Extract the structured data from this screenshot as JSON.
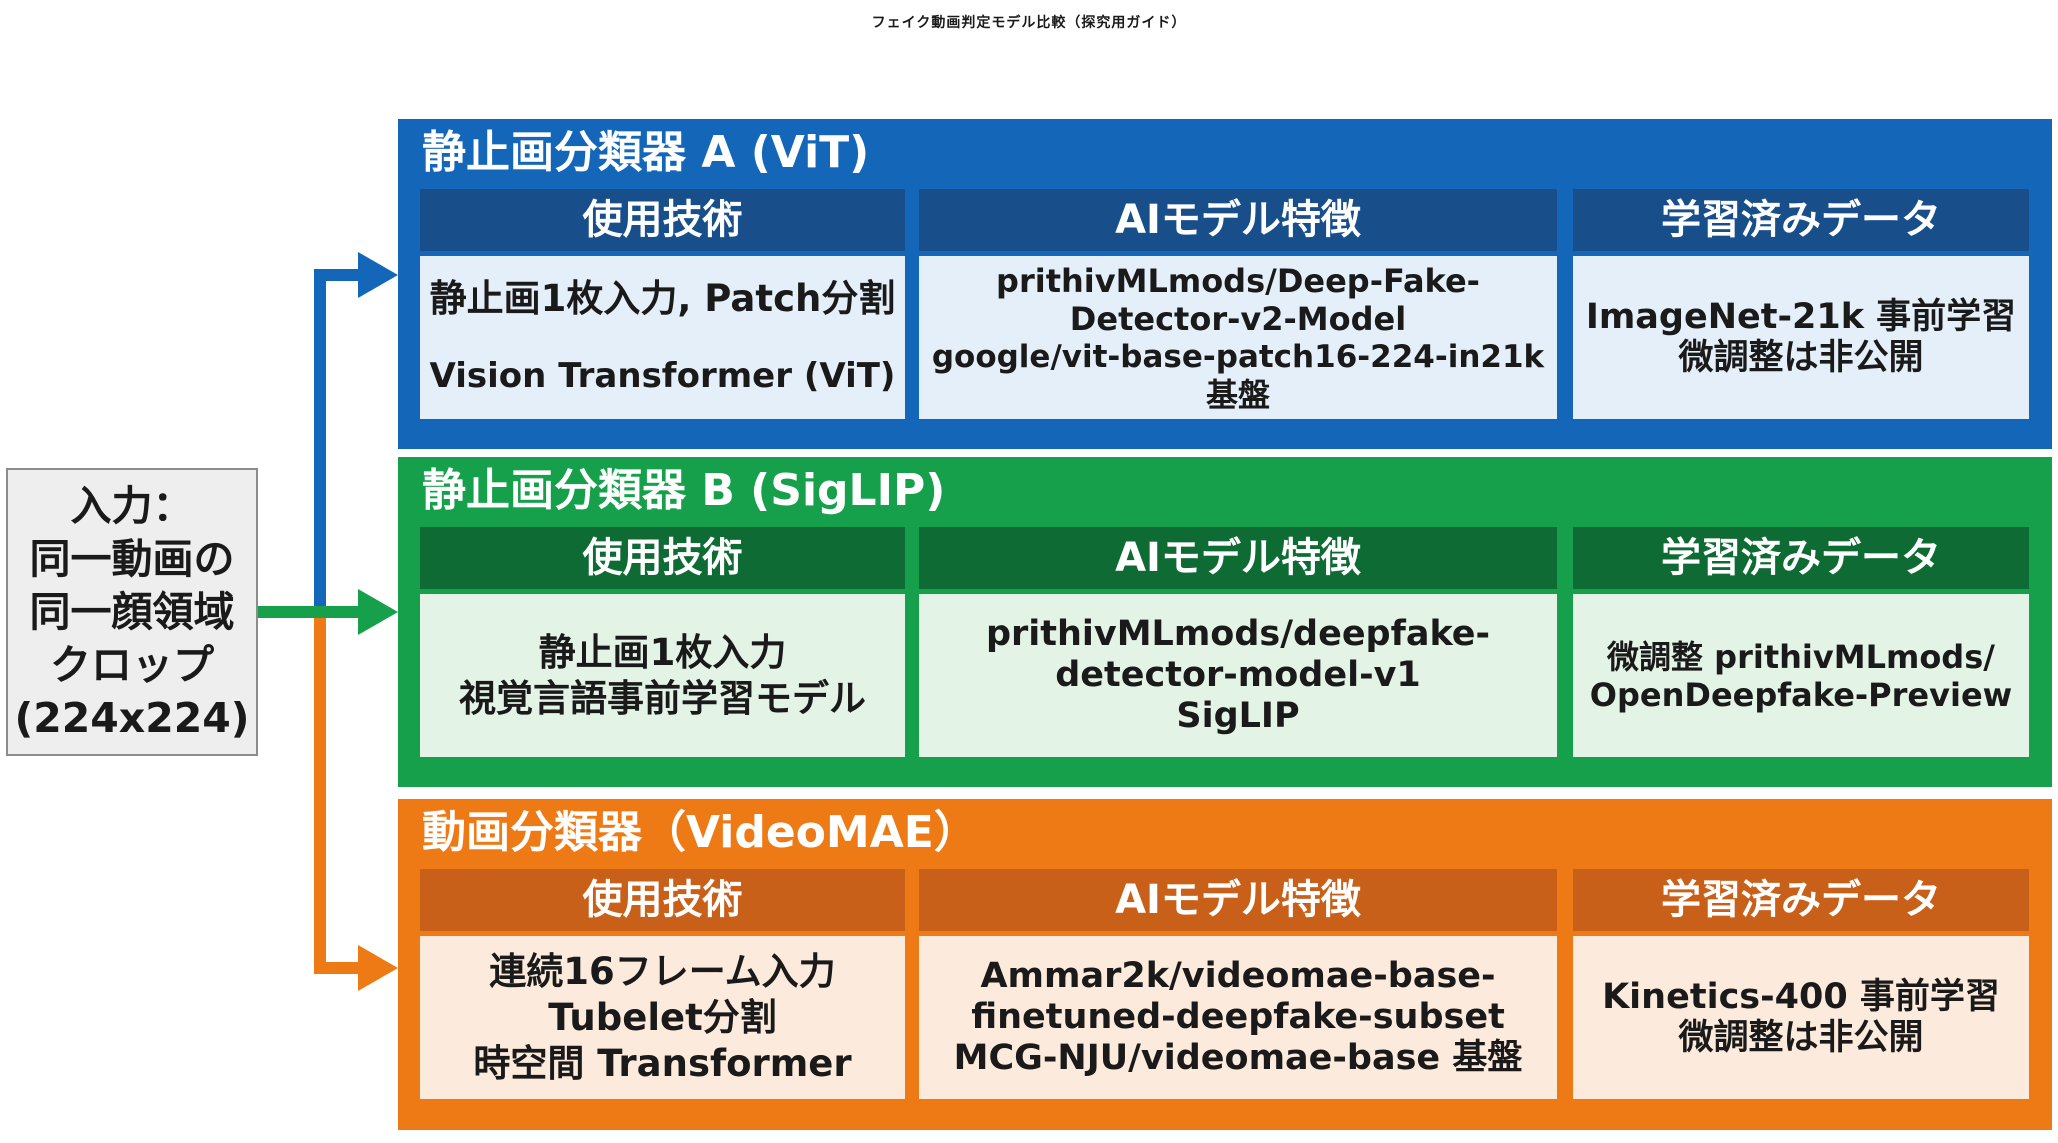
{
  "title": "フェイク動画判定モデル比較（探究用ガイド）",
  "input": {
    "lines": [
      "入力：",
      "同一動画の",
      "同一顔領域",
      "クロップ",
      "(224x224)"
    ]
  },
  "colors": {
    "blue": "#1467b8",
    "green": "#16a04b",
    "orange": "#ee7a16",
    "input_box": "#eeeeee"
  },
  "panels": [
    {
      "title": "静止画分類器 A (ViT)",
      "headers": [
        "使用技術",
        "AIモデル特徴",
        "学習済みデータ"
      ],
      "tech": [
        "静止画1枚入力, Patch分割",
        "Vision Transformer (ViT)"
      ],
      "model": [
        "prithivMLmods/Deep-Fake-",
        "Detector-v2-Model",
        "google/vit-base-patch16-224-in21k",
        "基盤"
      ],
      "data": [
        "ImageNet-21k 事前学習",
        "微調整は非公開"
      ]
    },
    {
      "title": "静止画分類器 B (SigLIP)",
      "headers": [
        "使用技術",
        "AIモデル特徴",
        "学習済みデータ"
      ],
      "tech": [
        "静止画1枚入力",
        "視覚言語事前学習モデル"
      ],
      "model": [
        "prithivMLmods/deepfake-",
        "detector-model-v1",
        "SigLIP"
      ],
      "data": [
        "微調整 prithivMLmods/",
        "OpenDeepfake-Preview"
      ]
    },
    {
      "title": "動画分類器（VideoMAE）",
      "headers": [
        "使用技術",
        "AIモデル特徴",
        "学習済みデータ"
      ],
      "tech": [
        "連続16フレーム入力",
        "Tubelet分割",
        "時空間 Transformer"
      ],
      "model": [
        "Ammar2k/videomae-base-",
        "finetuned-deepfake-subset",
        "MCG-NJU/videomae-base 基盤"
      ],
      "data": [
        "Kinetics-400 事前学習",
        "微調整は非公開"
      ]
    }
  ]
}
